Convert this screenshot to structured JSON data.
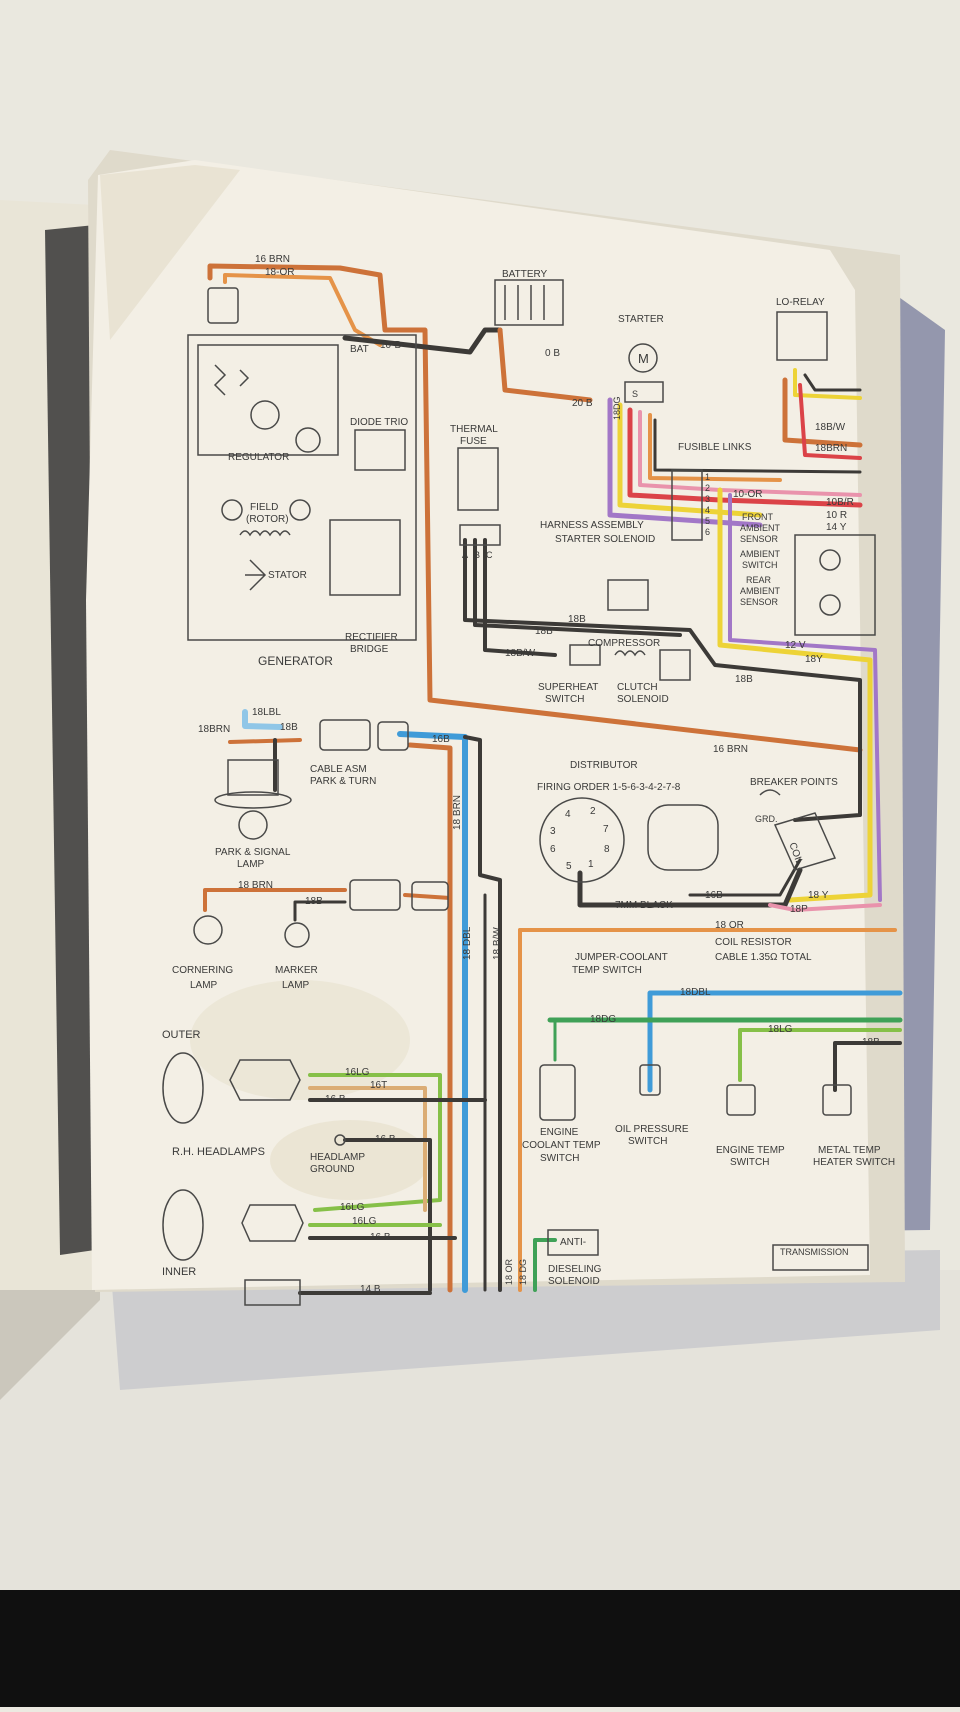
{
  "labels": {
    "generator": "GENERATOR",
    "regulator": "REGULATOR",
    "field": "FIELD",
    "rotor": "(ROTOR)",
    "stator": "STATOR",
    "diode_trio": "DIODE TRIO",
    "rectifier": "RECTIFIER",
    "bridge": "BRIDGE",
    "battery": "BATTERY",
    "starter": "STARTER",
    "m": "M",
    "lo_relay": "LO-RELAY",
    "thermal": "THERMAL",
    "fuse": "FUSE",
    "fusible_links": "FUSIBLE LINKS",
    "harness_1": "HARNESS ASSEMBLY",
    "harness_2": "STARTER SOLENOID",
    "front_ambient": "FRONT",
    "ambient": "AMBIENT",
    "sensor": "SENSOR",
    "ambient_switch_1": "AMBIENT",
    "ambient_switch_2": "SWITCH",
    "rear": "REAR",
    "rear_ambient": "AMBIENT",
    "rear_sensor": "SENSOR",
    "compressor": "COMPRESSOR",
    "superheat_1": "SUPERHEAT",
    "superheat_2": "SWITCH",
    "clutch_1": "CLUTCH",
    "clutch_2": "SOLENOID",
    "cable_asm_1": "CABLE ASM",
    "cable_asm_2": "PARK & TURN",
    "park_signal_1": "PARK & SIGNAL",
    "park_signal_2": "LAMP",
    "distributor": "DISTRIBUTOR",
    "firing_order": "FIRING ORDER 1-5-6-3-4-2-7-8",
    "breaker_points": "BREAKER POINTS",
    "grd": "GRD.",
    "coil": "COIL",
    "black_7mm": "7MM BLACK",
    "cornering_1": "CORNERING",
    "cornering_2": "LAMP",
    "marker_1": "MARKER",
    "marker_2": "LAMP",
    "coil_resistor_1": "18 OR",
    "coil_resistor_2": "COIL RESISTOR",
    "coil_resistor_3": "CABLE 1.35Ω TOTAL",
    "jumper_1": "JUMPER-COOLANT",
    "jumper_2": "TEMP SWITCH",
    "outer": "OUTER",
    "rh_headlamps": "R.H. HEADLAMPS",
    "headlamp_ground_1": "HEADLAMP",
    "headlamp_ground_2": "GROUND",
    "inner": "INNER",
    "engine_coolant_1": "ENGINE",
    "engine_coolant_2": "COOLANT TEMP",
    "engine_coolant_3": "SWITCH",
    "oil_pressure_1": "OIL PRESSURE",
    "oil_pressure_2": "SWITCH",
    "engine_temp_1": "ENGINE TEMP",
    "engine_temp_2": "SWITCH",
    "metal_temp_1": "METAL TEMP",
    "metal_temp_2": "HEATER SWITCH",
    "anti_1": "ANTI-",
    "anti_2": "DIESELING",
    "anti_3": "SOLENOID",
    "transmission": "TRANSMISSION"
  },
  "wires": {
    "w16brn_top": "16 BRN",
    "w18or_top": "18-OR",
    "bat": "BAT",
    "w10b": "10-B",
    "w0b": "0 B",
    "w20b": "20 B",
    "w18dg": "18DG",
    "w10or": "10-OR",
    "w10br": "10B/R",
    "w10r": "10 R",
    "w14y": "14 Y",
    "w18bw_relay": "18B/W",
    "w18brn_relay": "18BRN",
    "w12v": "12 V",
    "w18y_mid": "18Y",
    "w18b_a": "18B",
    "w18b_b": "18B",
    "w18bw": "18B/W",
    "w18b_c": "18B",
    "w18lbl": "18LBL",
    "w18brn_left": "18BRN",
    "w18b_park": "18B",
    "w16b_mid": "16B",
    "w16brn_mid": "16 BRN",
    "w18brn_vert": "18 BRN",
    "w16b_coil": "16B",
    "w18y_coil": "18 Y",
    "w18p": "18P",
    "w18brn_corner": "18 BRN",
    "w18b_marker": "18B",
    "w18dbl_vert": "18 DBL",
    "w18bw_vert": "18 B/W",
    "w18dbl_right": "18DBL",
    "w18dg_right": "18DG",
    "w18lg": "18LG",
    "w18b_right": "18B",
    "w16lg": "16LG",
    "w16t": "16T",
    "w16b_head": "16 B",
    "w16b_ground": "16 B",
    "w16lg_inner": "16LG",
    "w16lg_inner2": "16LG",
    "w16b_inner": "16 B",
    "w14b": "14 B",
    "w18or_vert": "18 OR",
    "w18dg_vert": "18 DG"
  },
  "digits": {
    "firing": [
      "4",
      "2",
      "3",
      "7",
      "6",
      "8",
      "5",
      "1"
    ],
    "connector": [
      "1",
      "2",
      "3",
      "4",
      "5",
      "6"
    ],
    "abc": [
      "A",
      "B",
      "C"
    ],
    "s": "S"
  },
  "colors": {
    "brown": "#c9672a",
    "orange": "#e38a3a",
    "black": "#2c2a28",
    "yellow": "#ecd028",
    "purple": "#9b6cc4",
    "red": "#d8343a",
    "pink": "#e88aa6",
    "blue": "#2f93d6",
    "light_blue": "#87c2e6",
    "green": "#2f9a4a",
    "light_green": "#7cbb3a",
    "tan": "#d8a66b"
  }
}
